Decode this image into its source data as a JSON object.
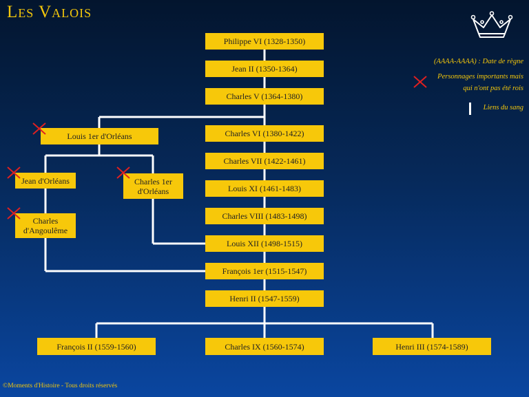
{
  "title": "Les Valois",
  "legend": {
    "dates": "(AAAA-AAAA) : Date de règne",
    "important": "Personnages importants mais qui n'ont pas été rois",
    "blood": "Liens du sang"
  },
  "footer": "©Moments d'Histoire - Tous droits réservés",
  "persons": {
    "philippe6": "Philippe VI (1328-1350)",
    "jean2": "Jean II (1350-1364)",
    "charles5": "Charles V (1364-1380)",
    "charles6": "Charles VI (1380-1422)",
    "charles7": "Charles VII (1422-1461)",
    "louis11": "Louis XI (1461-1483)",
    "charles8": "Charles VIII (1483-1498)",
    "louis12": "Louis XII (1498-1515)",
    "francois1": "François 1er (1515-1547)",
    "henri2": "Henri II (1547-1559)",
    "francois2": "François II (1559-1560)",
    "charles9": "Charles IX (1560-1574)",
    "henri3": "Henri III (1574-1589)",
    "louis_orleans": "Louis 1er d'Orléans",
    "jean_orleans": "Jean d'Orléans",
    "charles_orleans": "Charles 1er d'Orléans",
    "charles_angouleme": "Charles d'Angoulême"
  },
  "colors": {
    "box": "#f7c80a",
    "accent": "#f4c70b",
    "line": "#ffffff",
    "cross": "#e02020"
  },
  "icons": {
    "logo": "crown-icon",
    "non_king": "cross-icon",
    "blood_link": "line-icon"
  }
}
